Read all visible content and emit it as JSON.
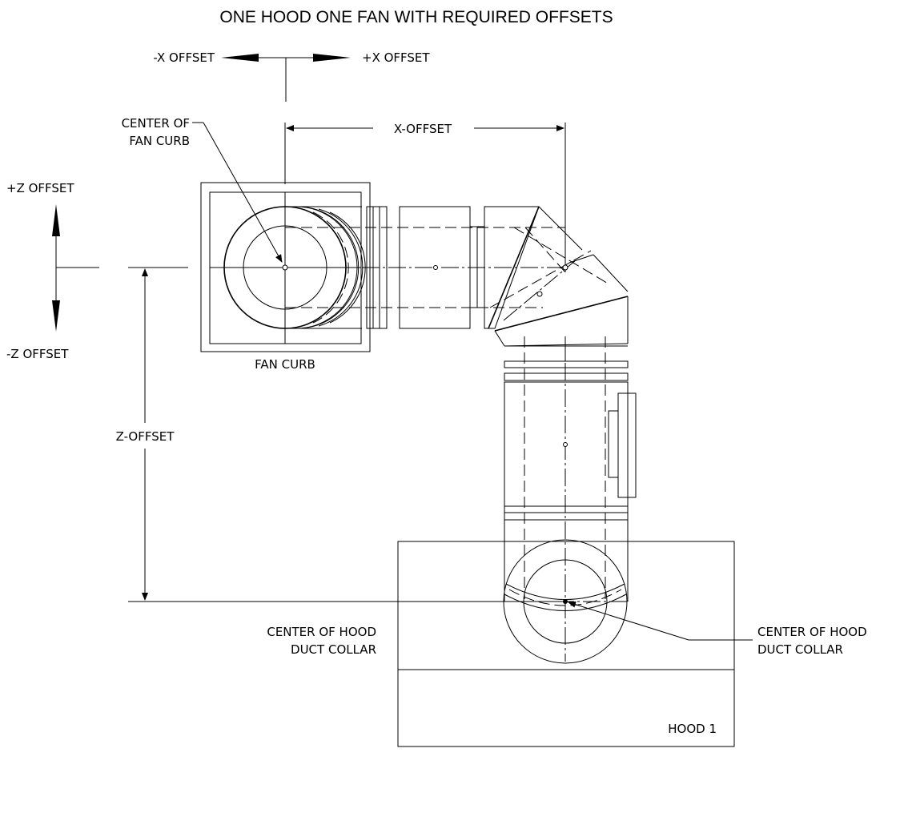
{
  "title": "ONE HOOD ONE FAN WITH REQUIRED OFFSETS",
  "labels": {
    "neg_x_offset": "-X OFFSET",
    "pos_x_offset": "+X OFFSET",
    "pos_z_offset": "+Z OFFSET",
    "neg_z_offset": "-Z OFFSET",
    "center_of_fan_curb_line1": "CENTER OF",
    "center_of_fan_curb_line2": "FAN CURB",
    "x_offset_dim": "X-OFFSET",
    "z_offset_dim": "Z-OFFSET",
    "fan_curb": "FAN CURB",
    "hood_collar_left_line1": "CENTER OF HOOD",
    "hood_collar_left_line2": "DUCT COLLAR",
    "hood_collar_right_line1": "CENTER OF HOOD",
    "hood_collar_right_line2": "DUCT COLLAR",
    "hood": "HOOD 1"
  }
}
